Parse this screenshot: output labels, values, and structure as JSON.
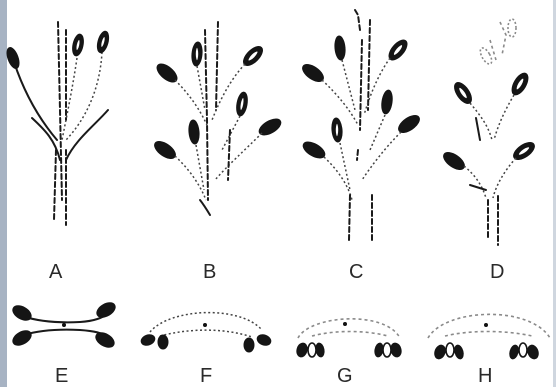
{
  "figure": {
    "panels": [
      {
        "id": "A",
        "label": "A"
      },
      {
        "id": "B",
        "label": "B"
      },
      {
        "id": "C",
        "label": "C"
      },
      {
        "id": "D",
        "label": "D"
      },
      {
        "id": "E",
        "label": "E"
      },
      {
        "id": "F",
        "label": "F"
      },
      {
        "id": "G",
        "label": "G"
      },
      {
        "id": "H",
        "label": "H"
      }
    ]
  },
  "colors": {
    "ink": "#111111",
    "faint": "#9a9a9a",
    "background": "#ffffff",
    "frame": "#a7b3c3"
  }
}
